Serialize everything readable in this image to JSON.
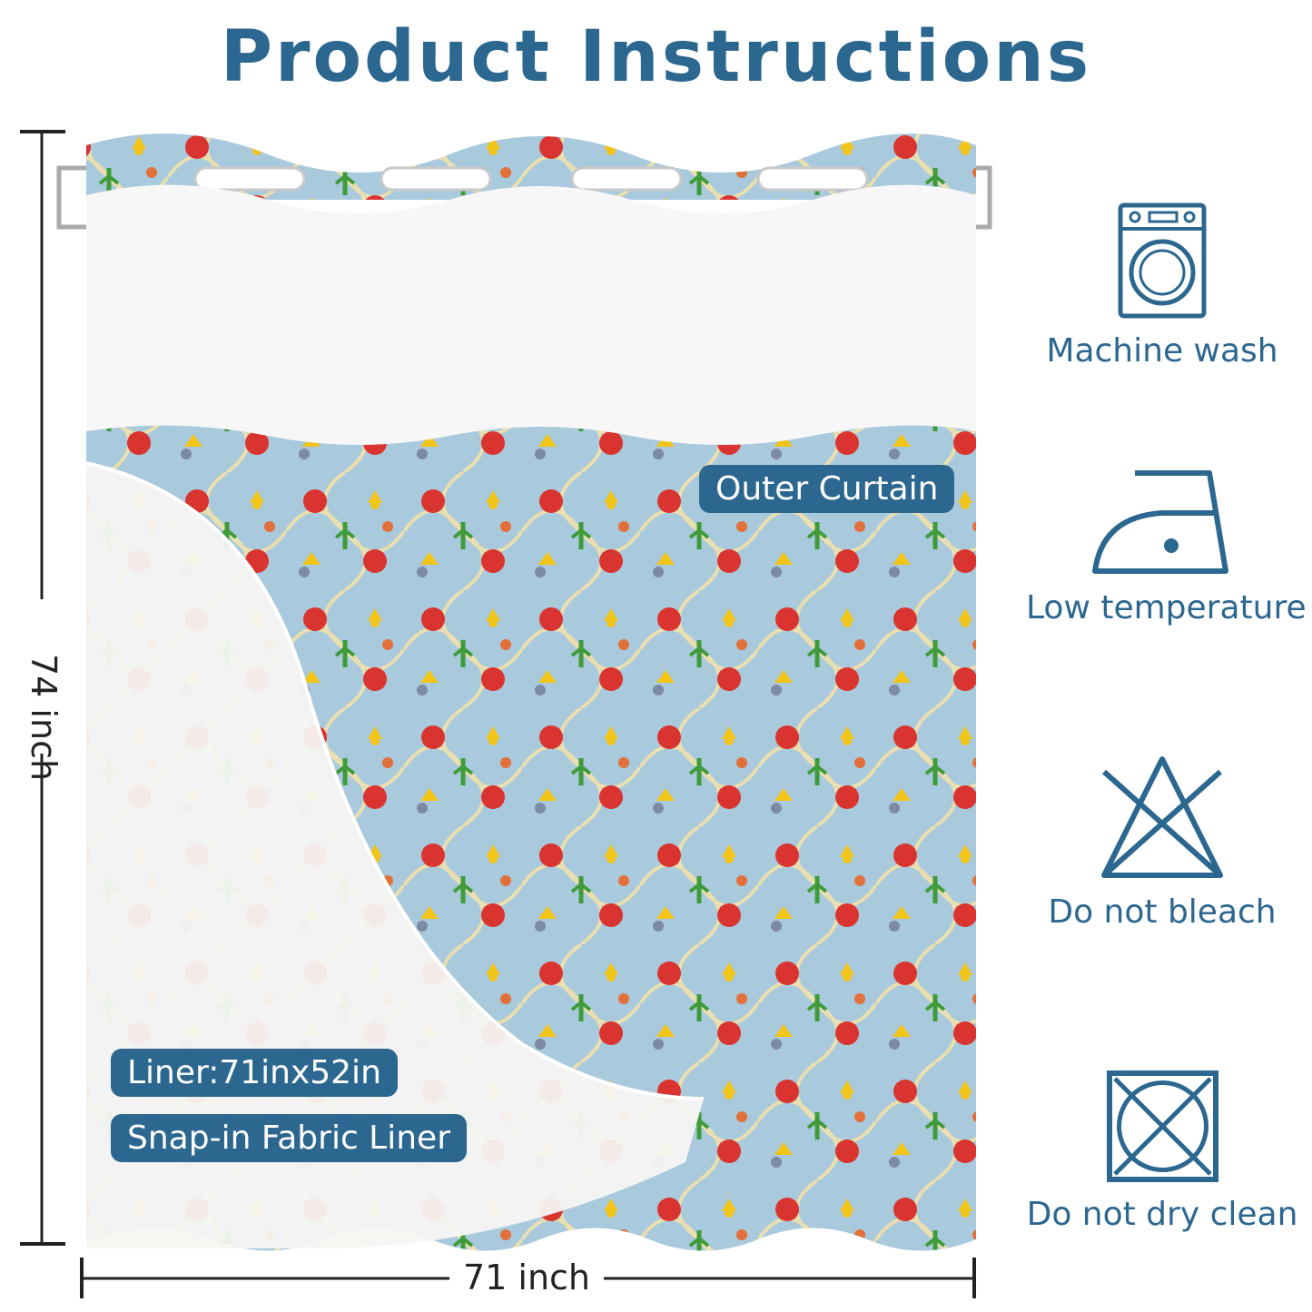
{
  "title": "Product Instructions",
  "dimensions": {
    "height_label": "74 inch",
    "width_label": "71 inch"
  },
  "callouts": {
    "outer": "Outer Curtain",
    "liner_size": "Liner:71inx52in",
    "liner_type": "Snap-in Fabric Liner"
  },
  "care": [
    {
      "label": "Machine wash",
      "icon": "washing-machine-icon"
    },
    {
      "label": "Low temperature",
      "icon": "iron-low-icon"
    },
    {
      "label": "Do not bleach",
      "icon": "no-bleach-icon"
    },
    {
      "label": "Do not dry clean",
      "icon": "no-dry-clean-icon"
    }
  ],
  "colors": {
    "accent": "#2c6790",
    "curtain_blue": "#a9c9dc"
  }
}
